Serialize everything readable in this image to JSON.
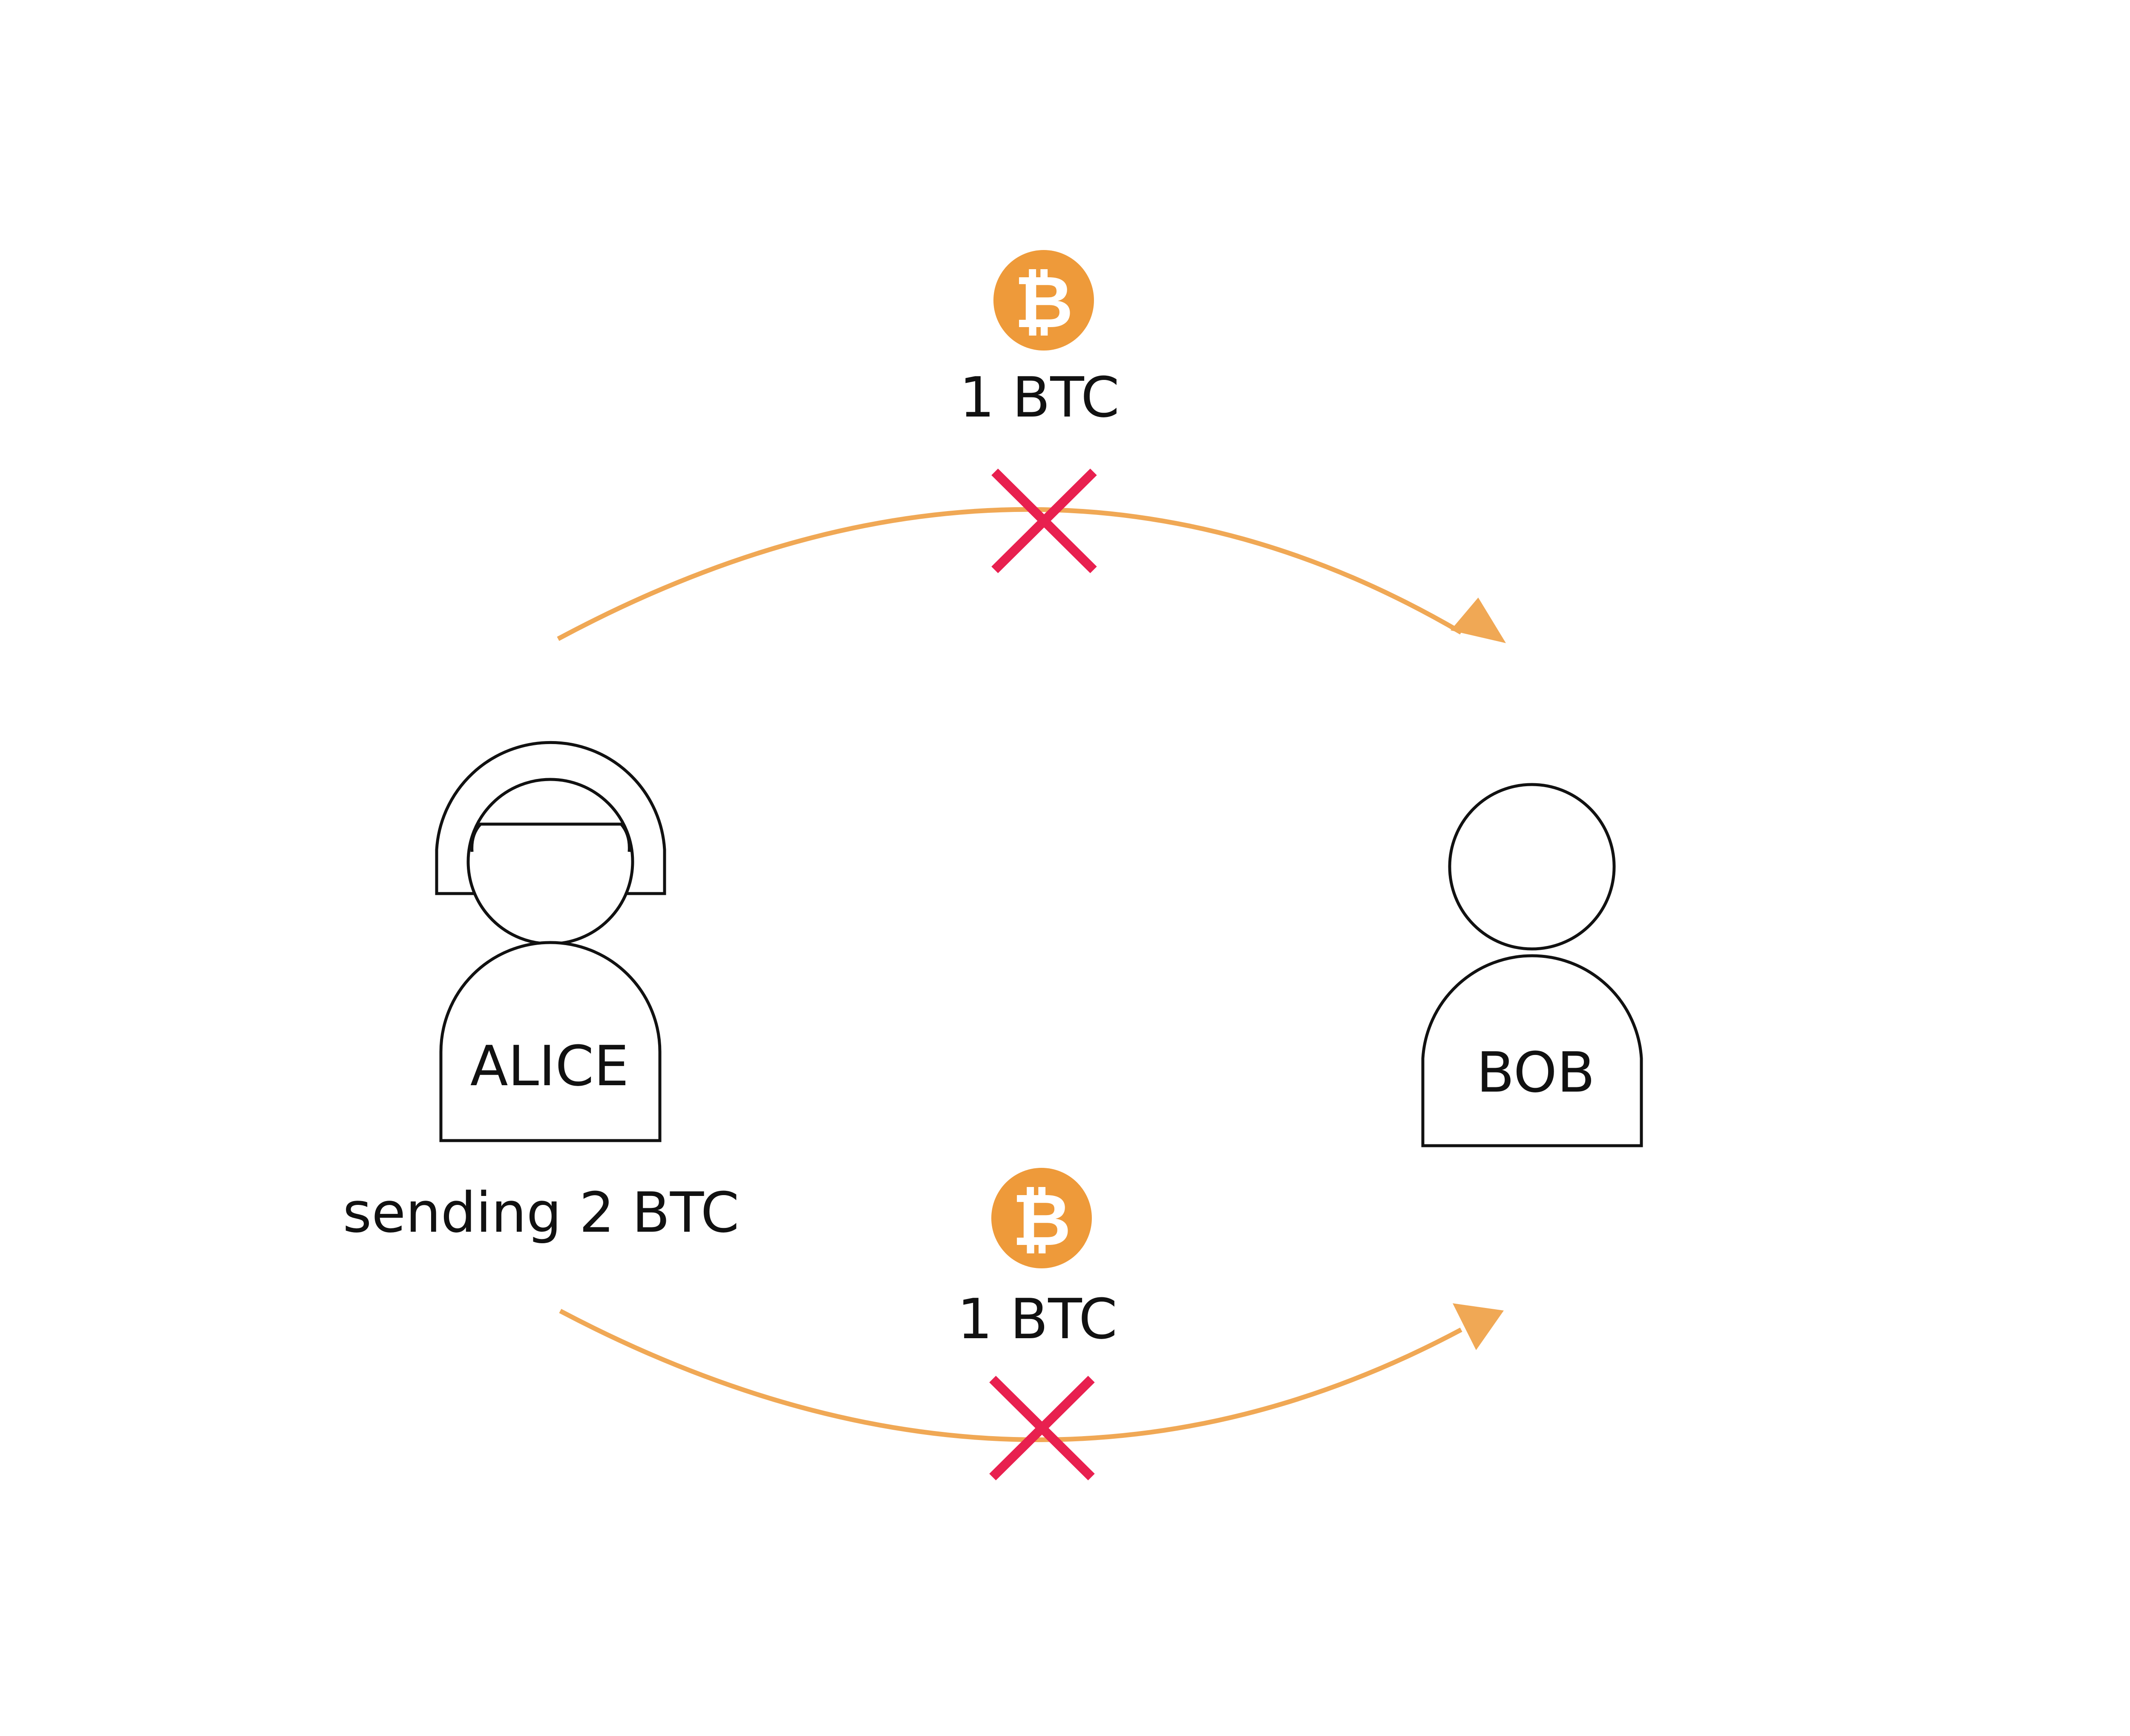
{
  "participants": {
    "sender": {
      "name": "ALICE",
      "caption": "sending 2 BTC"
    },
    "receiver": {
      "name": "BOB"
    }
  },
  "transfers": [
    {
      "amount_label": "1 BTC",
      "coin_symbol": "₿",
      "coin_icon": "bitcoin-icon",
      "status_icon": "red-x-icon",
      "status": "failed"
    },
    {
      "amount_label": "1 BTC",
      "coin_symbol": "₿",
      "coin_icon": "bitcoin-icon",
      "status_icon": "red-x-icon",
      "status": "failed"
    }
  ],
  "colors": {
    "arrow": "#F0A855",
    "coin": "#EE9A3A",
    "cross": "#E8204F",
    "outline": "#111111"
  }
}
